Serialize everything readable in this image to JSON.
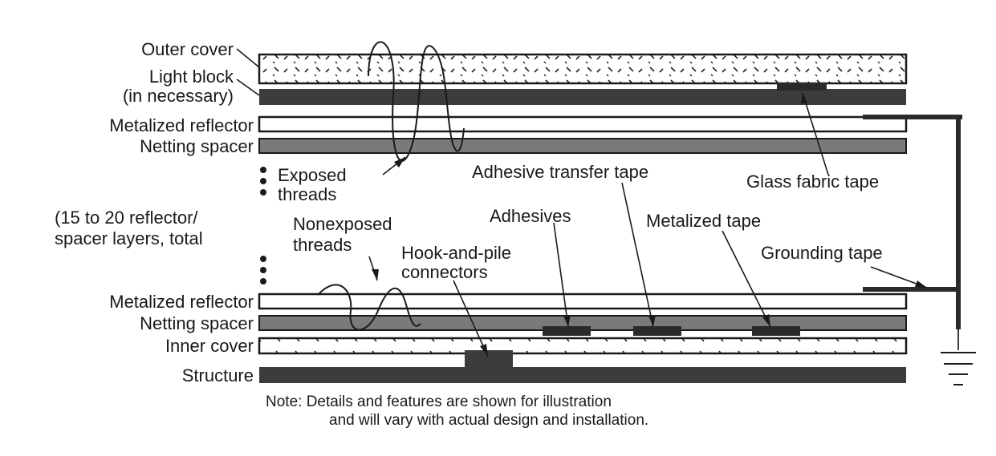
{
  "labels": {
    "outer_cover": "Outer cover",
    "light_block_1": "Light block",
    "light_block_2": "(in necessary)",
    "metalized_reflector_top": "Metalized reflector",
    "netting_spacer_top": "Netting spacer",
    "exposed_threads_1": "Exposed",
    "exposed_threads_2": "threads",
    "layers_note_1": "(15 to 20 reflector/",
    "layers_note_2": "spacer layers, total",
    "nonexposed_threads_1": "Nonexposed",
    "nonexposed_threads_2": "threads",
    "hook_and_pile_1": "Hook-and-pile",
    "hook_and_pile_2": "connectors",
    "adhesive_transfer_tape": "Adhesive transfer tape",
    "adhesives": "Adhesives",
    "metalized_tape": "Metalized tape",
    "glass_fabric_tape": "Glass fabric tape",
    "grounding_tape": "Grounding tape",
    "metalized_reflector_bottom": "Metalized reflector",
    "netting_spacer_bottom": "Netting spacer",
    "inner_cover": "Inner cover",
    "structure": "Structure"
  },
  "note": {
    "line1": "Note: Details and features are shown for illustration",
    "line2": "and will vary with actual design and installation."
  },
  "colors": {
    "ink": "#1a1a1a",
    "dark_layer": "#3c3c3c",
    "gray_layer": "#7a7a7a",
    "white_layer": "#ffffff"
  }
}
